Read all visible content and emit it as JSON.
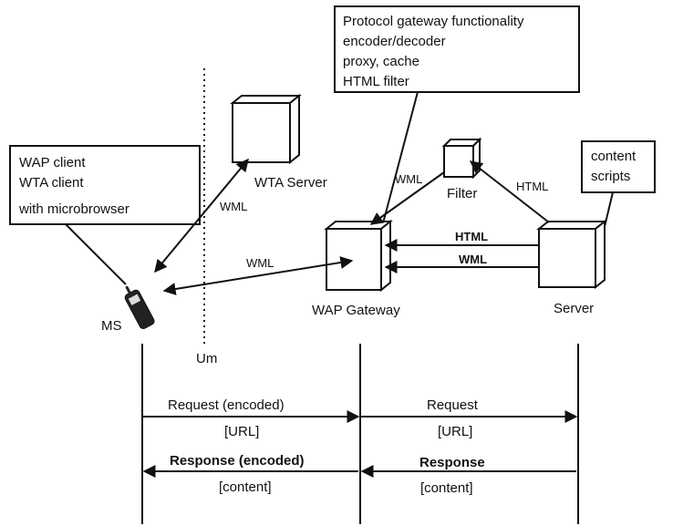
{
  "callouts": {
    "gateway_functions": [
      "Protocol gateway functionality",
      "encoder/decoder",
      "proxy, cache",
      "HTML filter"
    ],
    "client_features": [
      "WAP client",
      "WTA client",
      "with microbrowser"
    ],
    "server_content": [
      "content",
      "scripts"
    ]
  },
  "nodes": {
    "wta_server": "WTA Server",
    "filter": "Filter",
    "wap_gateway": "WAP Gateway",
    "server": "Server",
    "ms": "MS",
    "um": "Um"
  },
  "links": {
    "wml_wta": "WML",
    "wml_ms": "WML",
    "wml_filter": "WML",
    "html_filter": "HTML",
    "html_server": "HTML",
    "wml_server": "WML"
  },
  "messages": {
    "request_encoded": "Request (encoded)",
    "url_left": "[URL]",
    "response_encoded": "Response (encoded)",
    "content_left": "[content]",
    "request": "Request",
    "url_right": "[URL]",
    "response": "Response",
    "content_right": "[content]"
  }
}
